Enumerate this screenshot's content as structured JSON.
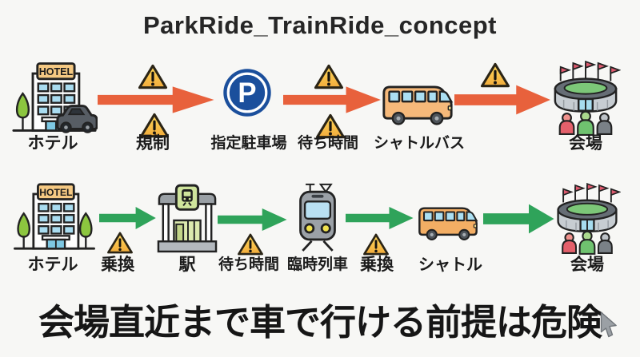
{
  "title": "ParkRide_TrainRide_concept",
  "bottom_message": "会場直近まで車で行ける前提は危険",
  "hotel_sign": "HOTEL",
  "parking_letter": "P",
  "colors": {
    "background": "#F7F7F5",
    "car_route_arrow": "#E8613C",
    "train_route_arrow": "#2FA35A",
    "warning_yellow": "#F9C63F",
    "parking_blue": "#1B4F9C",
    "text": "#1B1B1B"
  },
  "car_route": {
    "hotel_label": "ホテル",
    "restriction_label": "規制",
    "parking_label": "指定駐車場",
    "wait_label": "待ち時間",
    "shuttle_bus_label": "シャトルバス",
    "venue_label": "会場"
  },
  "train_route": {
    "hotel_label": "ホテル",
    "transfer1_label": "乗換",
    "station_label": "駅",
    "wait_label": "待ち時間",
    "special_train_label": "臨時列車",
    "transfer2_label": "乗換",
    "shuttle_label": "シャトル",
    "venue_label": "会場"
  }
}
